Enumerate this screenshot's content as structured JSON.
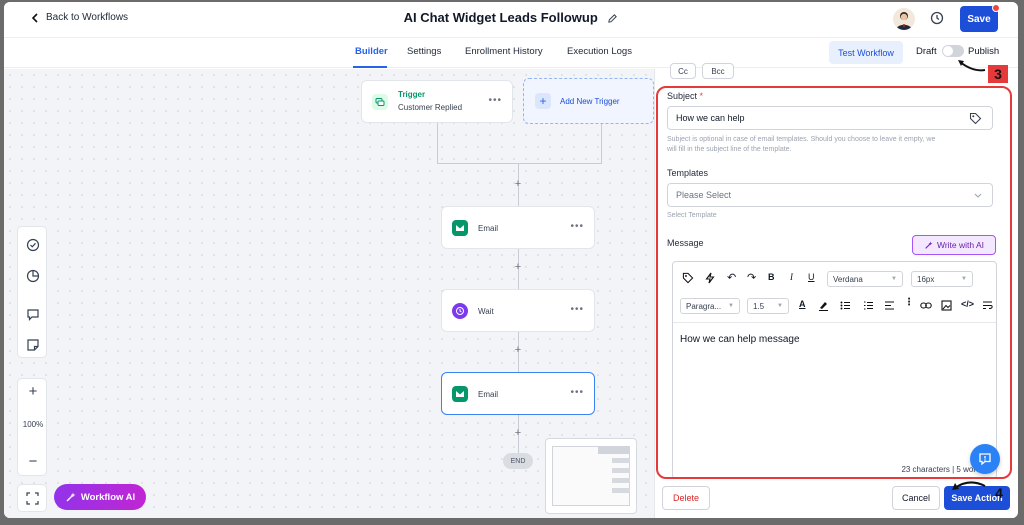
{
  "header": {
    "back_label": "Back to Workflows",
    "title": "AI Chat Widget Leads Followup",
    "save_label": "Save"
  },
  "tabs": [
    {
      "label": "Builder",
      "active": true
    },
    {
      "label": "Settings"
    },
    {
      "label": "Enrollment History"
    },
    {
      "label": "Execution Logs"
    }
  ],
  "toolbar": {
    "test_workflow": "Test Workflow",
    "draft": "Draft",
    "publish": "Publish"
  },
  "canvas": {
    "trigger_title": "Trigger",
    "trigger_sub": "Customer Replied",
    "add_trigger": "Add New Trigger",
    "node_email_1": "Email",
    "node_wait": "Wait",
    "node_email_2": "Email",
    "end": "END",
    "zoom": "100%",
    "workflow_ai": "Workflow AI"
  },
  "panel": {
    "cc": "Cc",
    "bcc": "Bcc",
    "subject_label": "Subject",
    "required_mark": "*",
    "subject_value": "How we can help",
    "subject_hint_1": "Subject is optional in case of email templates. Should you choose to leave it empty, we",
    "subject_hint_2": "will fill in the subject line of the template.",
    "templates_label": "Templates",
    "templates_placeholder": "Please Select",
    "templates_hint": "Select Template",
    "message_label": "Message",
    "write_ai": "Write with AI",
    "font_family": "Verdana",
    "font_size": "16px",
    "paragraph": "Paragra...",
    "line_height": "1.5",
    "message_body": "How we can help message",
    "counter": "23 characters | 5 wor",
    "delete": "Delete",
    "cancel": "Cancel",
    "save_action": "Save Action"
  },
  "annotations": {
    "badge_3": "3",
    "badge_4": "4"
  },
  "colors": {
    "primary": "#1d4ed8",
    "accent_purple": "#9333ea",
    "annotation_red": "#e5393a",
    "email_green": "#059669",
    "wait_purple": "#7c3aed"
  }
}
